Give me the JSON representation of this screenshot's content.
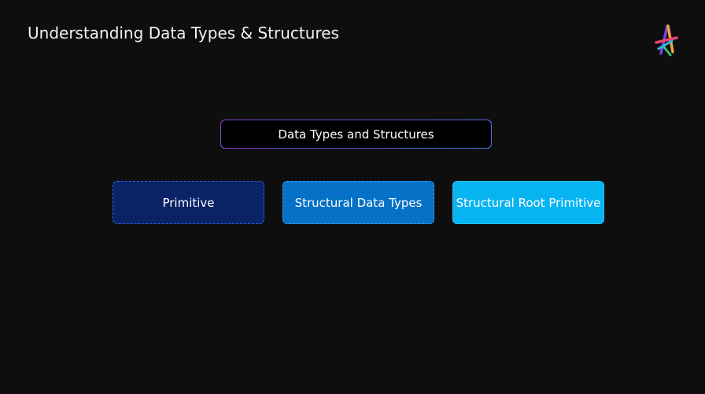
{
  "slide": {
    "title": "Understanding Data Types & Structures"
  },
  "logo": {
    "icon": "brand-logo-icon"
  },
  "diagram": {
    "root": {
      "label": "Data Types and Structures"
    },
    "children": [
      {
        "label": "Primitive",
        "color": "#0a2266"
      },
      {
        "label": "Structural Data Types",
        "color": "#0572c7"
      },
      {
        "label": "Structural Root Primitive",
        "color": "#07b4f2"
      }
    ]
  }
}
